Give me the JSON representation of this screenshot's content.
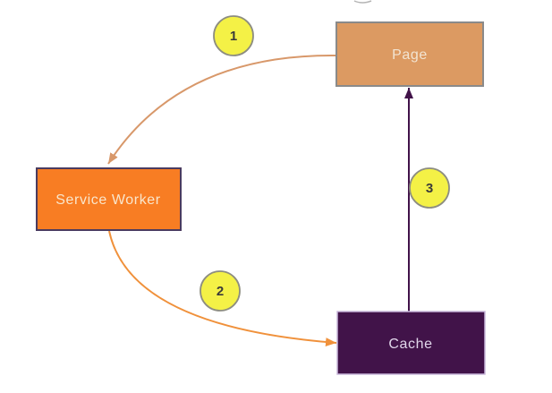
{
  "canvas": {
    "background": "#FFFFFF",
    "artifact_color": "#9B9B9B"
  },
  "nodes": {
    "page": {
      "label": "Page",
      "fill": "#DC9A62",
      "stroke": "#8A8A8A",
      "text_color": "#F2E4D2"
    },
    "service_worker": {
      "label": "Service Worker",
      "fill": "#F87D23",
      "stroke": "#4A3B5F",
      "text_color": "#F9E6CC"
    },
    "cache": {
      "label": "Cache",
      "fill": "#411349",
      "stroke": "#C9B7DA",
      "text_color": "#E0D6EA"
    }
  },
  "edges": {
    "step1": {
      "number": "1",
      "from": "page",
      "to": "service_worker",
      "color": "#D8986A"
    },
    "step2": {
      "number": "2",
      "from": "service_worker",
      "to": "cache",
      "color": "#F0913B"
    },
    "step3": {
      "number": "3",
      "from": "cache",
      "to": "page",
      "color": "#411349"
    }
  },
  "badges": {
    "fill": "#F4F146",
    "stroke": "#8D8D80",
    "text_color": "#3A3A3A"
  }
}
